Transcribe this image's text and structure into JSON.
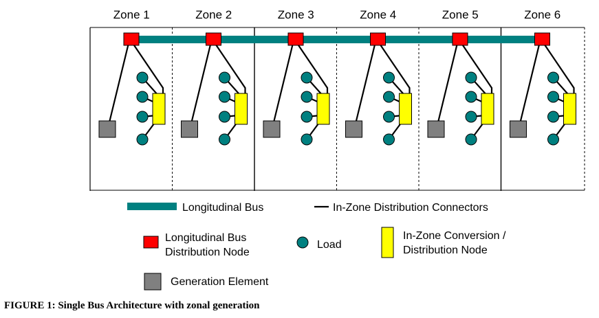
{
  "zones": [
    "Zone 1",
    "Zone 2",
    "Zone 3",
    "Zone 4",
    "Zone 5",
    "Zone 6"
  ],
  "legend": {
    "longitudinal_bus": "Longitudinal Bus",
    "in_zone_connectors": "In-Zone Distribution Connectors",
    "bus_node_line1": "Longitudinal Bus",
    "bus_node_line2": "Distribution Node",
    "load": "Load",
    "conversion_line1": "In-Zone Conversion /",
    "conversion_line2": "Distribution Node",
    "generation": "Generation Element"
  },
  "caption": "FIGURE 1:  Single Bus Architecture with zonal generation",
  "colors": {
    "bus": "#008080",
    "bus_node": "#ff0000",
    "load": "#008080",
    "conversion_node": "#ffff00",
    "generation": "#808080"
  }
}
